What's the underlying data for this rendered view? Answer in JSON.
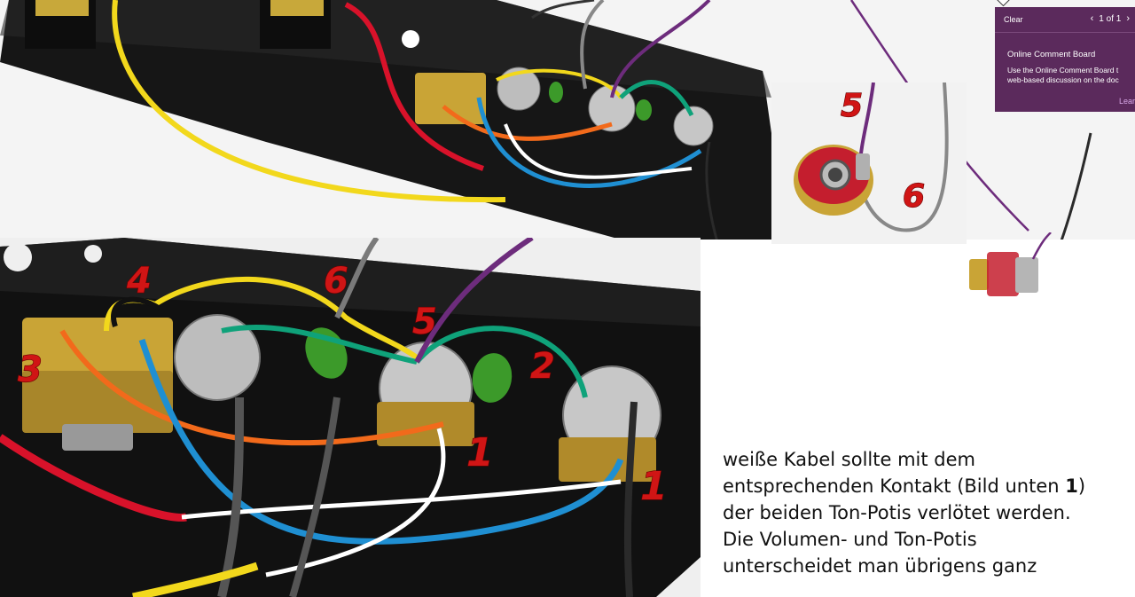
{
  "comment_panel": {
    "clear_label": "Clear",
    "pager": {
      "text": "1 of 1"
    },
    "title": "Online Comment Board",
    "description_line1": "Use the Online Comment Board t",
    "description_line2": "web-based discussion on the doc",
    "learn_label": "Lear"
  },
  "labels": {
    "main": [
      "4",
      "6",
      "3",
      "5",
      "2",
      "1",
      "1"
    ],
    "inset": [
      "5",
      "6"
    ]
  },
  "caption": {
    "line1": "weiße Kabel sollte mit dem",
    "line2_before": "entsprechenden Kontakt (Bild unten ",
    "line2_bold": "1",
    "line2_after": ")",
    "line3": "der beiden Ton-Potis verlötet werden.",
    "line4": "Die Volumen- und Ton-Potis",
    "line5": "unterscheidet man übrigens ganz"
  },
  "colors": {
    "plate": "#161616",
    "wire_yellow": "#f2d81c",
    "wire_red": "#d8122a",
    "wire_orange": "#f26a1b",
    "wire_blue": "#1f8fd2",
    "wire_green": "#0fa27a",
    "wire_purple": "#6d2c7c",
    "wire_white": "#ffffff",
    "wire_gray": "#888888",
    "panel_bg": "#5b2a5c"
  }
}
